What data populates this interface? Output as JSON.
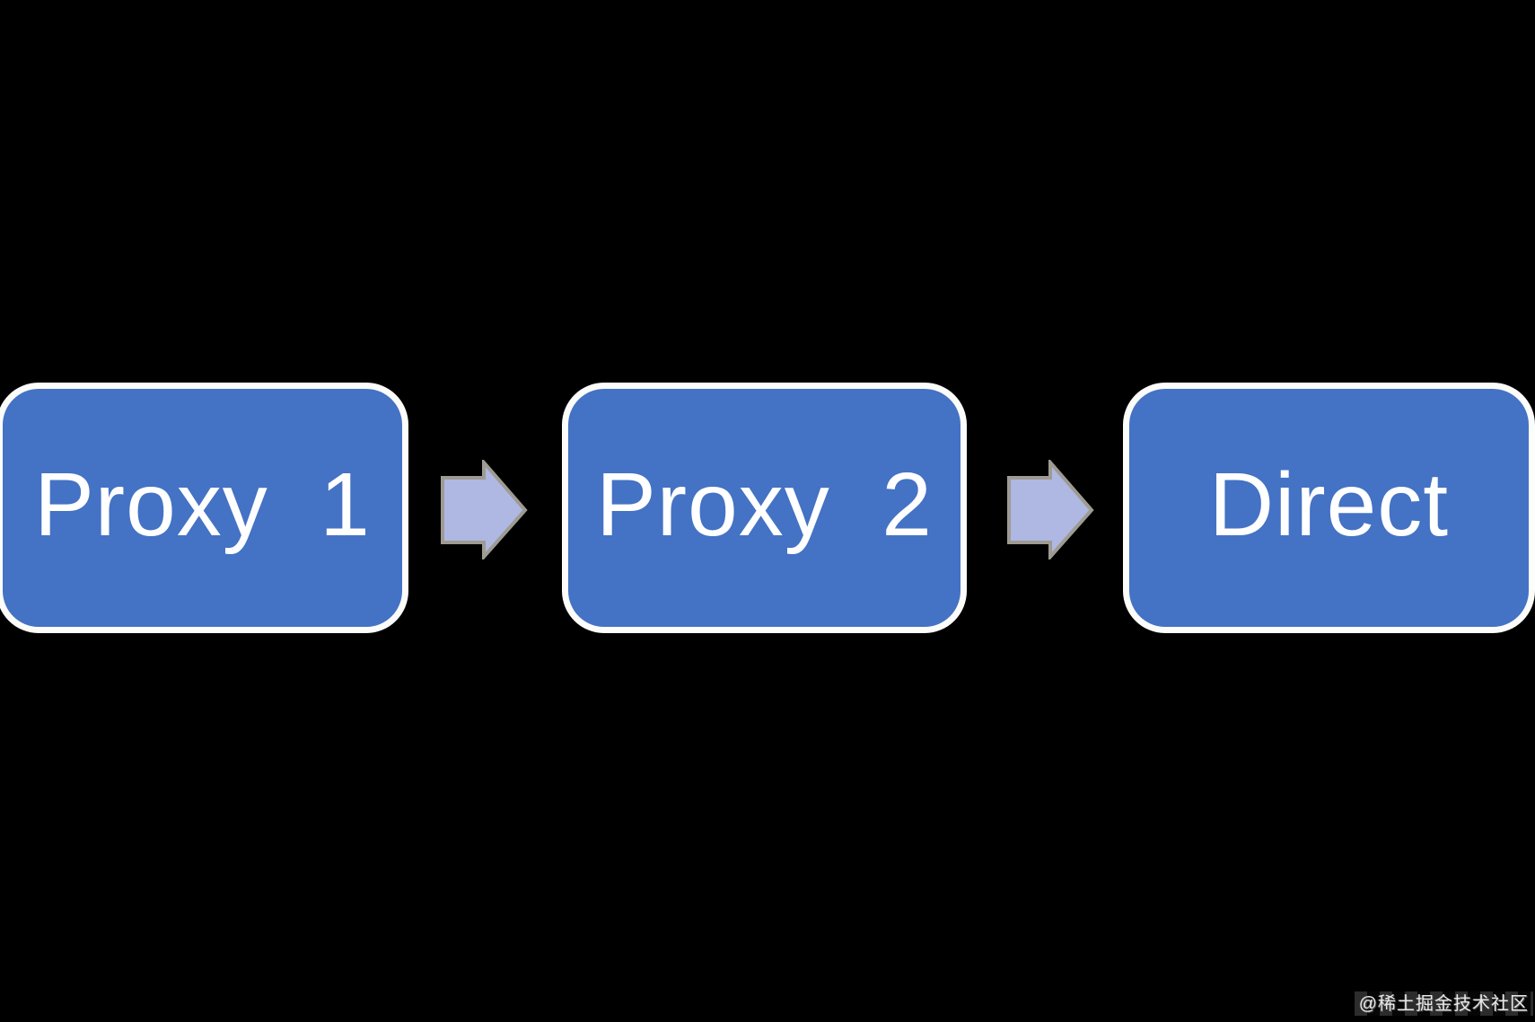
{
  "diagram": {
    "type": "flow",
    "direction": "left-to-right",
    "nodes": [
      {
        "id": "proxy1",
        "label": "Proxy  1"
      },
      {
        "id": "proxy2",
        "label": "Proxy  2"
      },
      {
        "id": "direct",
        "label": "Direct"
      }
    ],
    "connections": [
      {
        "from": "proxy1",
        "to": "proxy2",
        "style": "block-arrow-right"
      },
      {
        "from": "proxy2",
        "to": "direct",
        "style": "block-arrow-right"
      }
    ]
  },
  "watermark": {
    "text": "@稀土掘金技术社区"
  },
  "colors": {
    "background": "#000000",
    "node_fill": "#4472C4",
    "node_border": "#FCFCFA",
    "node_text": "#FFFFFF",
    "arrow_fill": "#AEB8E2",
    "arrow_outline": "#9E9B93",
    "watermark_text": "#E8E8E8"
  }
}
